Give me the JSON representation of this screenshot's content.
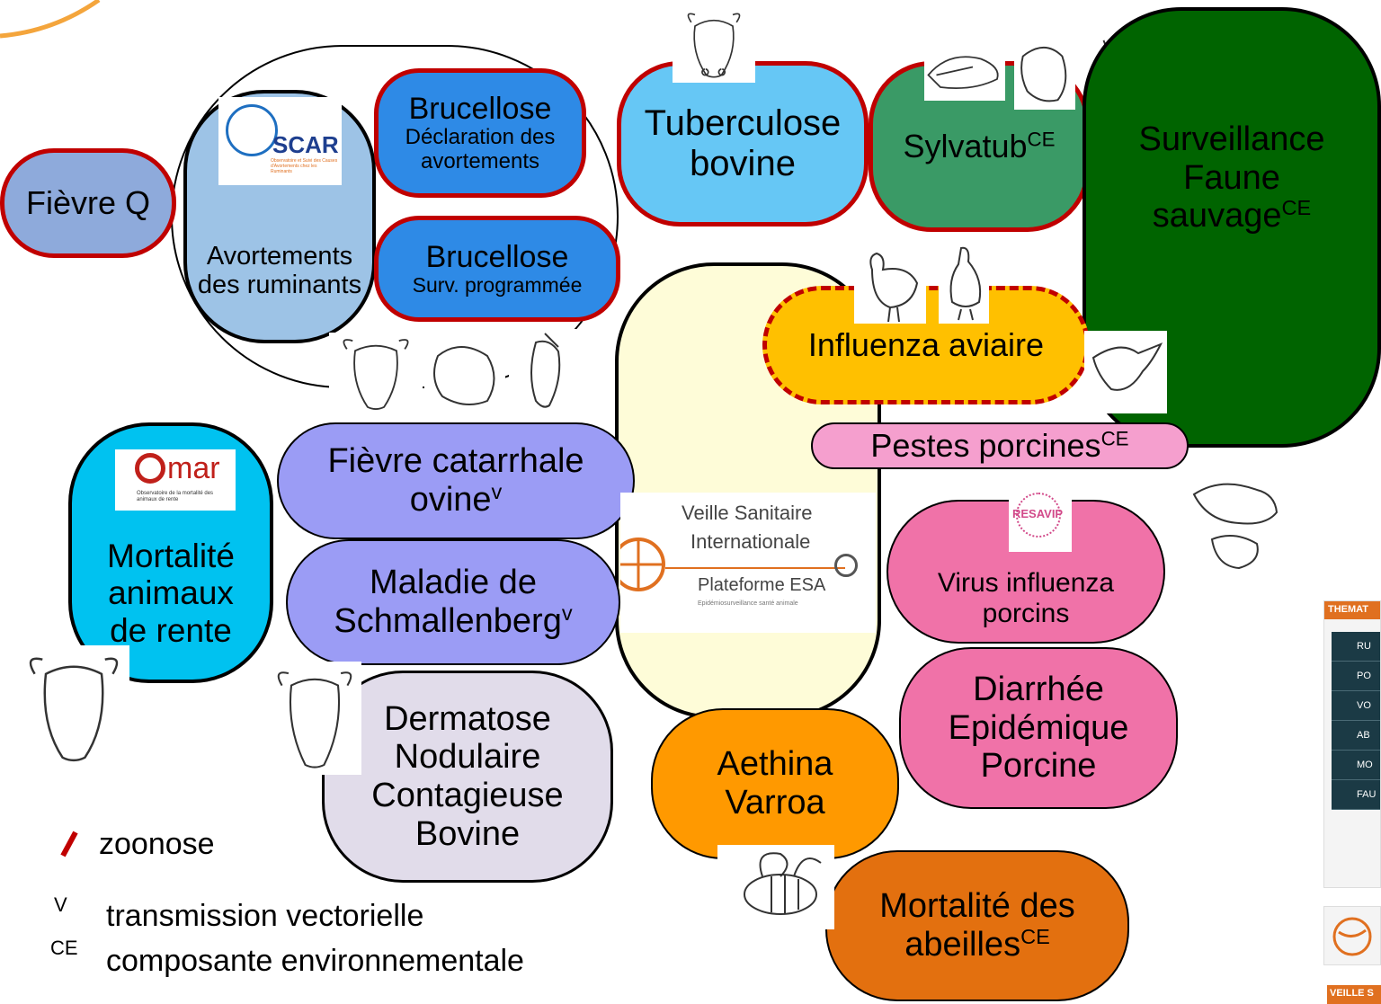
{
  "nodes": {
    "fievre_q": "Fièvre Q",
    "scar_logo": "SCAR",
    "scar_logo_sub": "Observatoire et Suivi des Causes d'Avortements chez les Ruminants",
    "avortements": "Avortements des ruminants",
    "brucellose_decl_title": "Brucellose",
    "brucellose_decl_sub": "Déclaration des avortements",
    "brucellose_surv_title": "Brucellose",
    "brucellose_surv_sub": "Surv. programmée",
    "tuberculose": "Tuberculose bovine",
    "sylvatub": "Sylvatub",
    "sylvatub_sup": "CE",
    "faune": "Surveillance Faune sauvage",
    "faune_sup": "CE",
    "influenza_aviaire": "Influenza aviaire",
    "pestes_porcines": "Pestes porcines",
    "pestes_sup": "CE",
    "omar_logo": "mar",
    "omar_logo_sub": "Observatoire de la mortalité des animaux de rente",
    "mortalite_rente": "Mortalité animaux de rente",
    "fco": "Fièvre catarrhale ovine",
    "fco_sup": "v",
    "schmallenberg": "Maladie de Schmallenberg",
    "schmallenberg_sup": "v",
    "vsi_line1": "Veille Sanitaire",
    "vsi_line2": "Internationale",
    "vsi_line3": "Plateforme ESA",
    "vsi_line4": "Epidémiosurveillance santé animale",
    "resavip_logo": "RESAVIP",
    "virus_influenza": "Virus influenza porcins",
    "diarrhee": "Diarrhée Epidémique Porcine",
    "dermatose": "Dermatose Nodulaire Contagieuse Bovine",
    "aethina": "Aethina Varroa",
    "mortalite_abeilles": "Mortalité des abeilles",
    "abeilles_sup": "CE"
  },
  "legend": {
    "zoonose": "zoonose",
    "v_symbol": "V",
    "v_text": "transmission vectorielle",
    "ce_symbol": "CE",
    "ce_text": "composante environnementale"
  },
  "side_panel": {
    "header": "THEMAT",
    "items": [
      "RU",
      "PO",
      "VO",
      "AB",
      "MO",
      "FAU"
    ],
    "footer": "VEILLE S"
  },
  "colors": {
    "zoonose_border": "#c00000",
    "fievre_q": "#8eaadb",
    "avortements": "#9dc3e6",
    "brucellose": "#2e8ae6",
    "tuberculose": "#66c7f5",
    "sylvatub": "#3a9a66",
    "faune": "#006400",
    "vsi": "#fefcd8",
    "influenza": "#ffc000",
    "pestes": "#f59fce",
    "porcins": "#f072a8",
    "mortalite_rente": "#00c2f0",
    "ruminants_vect": "#9b9cf5",
    "dermatose": "#e1dcea",
    "aethina": "#ff9900",
    "abeilles": "#e3700f"
  },
  "icons": [
    "cow-icon",
    "badger-icon",
    "boar-icon",
    "deer-icon",
    "hen-icon",
    "duck-icon",
    "wild-duck-icon",
    "sheep-icon",
    "goat-icon",
    "pig-icon",
    "bee-icon",
    "globe-icon"
  ]
}
